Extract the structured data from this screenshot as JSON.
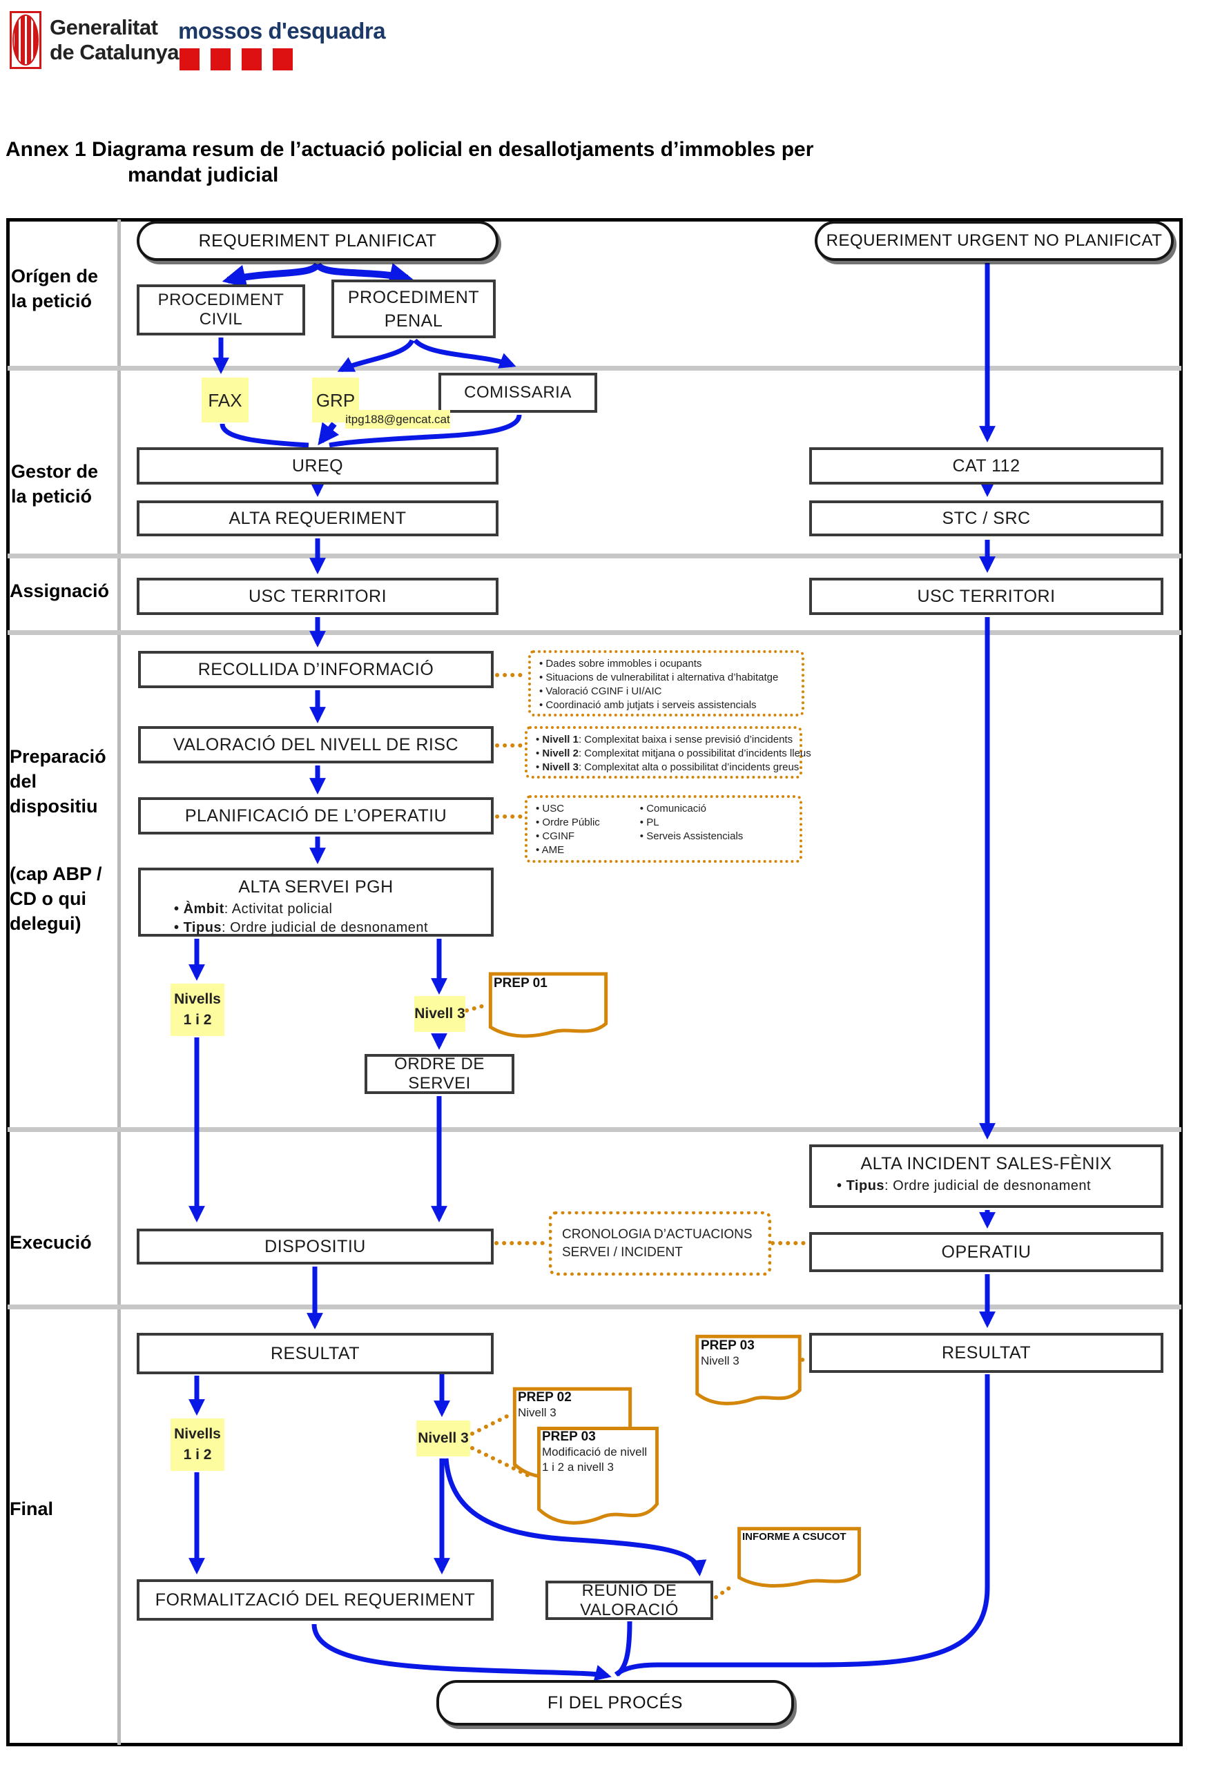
{
  "header": {
    "generalitat": "Generalitat\nde Catalunya",
    "mossos": "mossos d'esquadra",
    "colors": {
      "brand_red": "#dd1111",
      "mossos_blue": "#1c3866"
    }
  },
  "title": {
    "line1": "Annex 1 Diagrama resum de l’actuació policial en desallotjaments d’immobles per",
    "line2": "mandat judicial"
  },
  "sections": {
    "origen": "Orígen de\nla petició",
    "gestor": "Gestor de\nla petició",
    "assignacio": "Assignació",
    "preparacio": "Preparació\ndel\ndispositiu",
    "preparacio_sub": "(cap ABP /\nCD o qui\ndelegui)",
    "execucio": "Execució",
    "final": "Final"
  },
  "flow": {
    "req_planificat": "REQUERIMENT PLANIFICAT",
    "req_urgent": "REQUERIMENT URGENT NO PLANIFICAT",
    "procediment_civil": "PROCEDIMENT CIVIL",
    "procediment_penal": "PROCEDIMENT\nPENAL",
    "fax": "FAX",
    "grp": "GRP",
    "comissaria": "COMISSARIA",
    "email": "itpg188@gencat.cat",
    "ureq": "UREQ",
    "alta_requeriment": "ALTA REQUERIMENT",
    "usc_territori_left": "USC TERRITORI",
    "cat112": "CAT 112",
    "stc_src": "STC / SRC",
    "usc_territori_right": "USC TERRITORI",
    "recollida": "RECOLLIDA D’INFORMACIÓ",
    "valoracio": "VALORACIÓ DEL NIVELL DE RISC",
    "planificacio": "PLANIFICACIÓ DE L’OPERATIU",
    "alta_servei": {
      "title": "ALTA SERVEI PGH",
      "bullets": [
        {
          "k": "Àmbit",
          "v": ": Activitat policial"
        },
        {
          "k": "Tipus",
          "v": ": Ordre judicial de desnonament"
        }
      ]
    },
    "nivells12_top": "Nivells\n1 i 2",
    "nivell3_top": "Nivell 3",
    "ordre_servei": "ORDRE DE SERVEI",
    "dispositiu": "DISPOSITIU",
    "alta_incident": {
      "title": "ALTA INCIDENT SALES-FÈNIX",
      "bullets": [
        {
          "k": "Tipus",
          "v": ": Ordre judicial de desnonament"
        }
      ]
    },
    "operatiu": "OPERATIU",
    "resultat_left": "RESULTAT",
    "resultat_right": "RESULTAT",
    "nivells12_bottom": "Nivells\n1 i 2",
    "nivell3_bottom": "Nivell 3",
    "formalitzacio": "FORMALITZACIÓ DEL REQUERIMENT",
    "reunio": "REUNIÓ DE VALORACIÓ",
    "fi": "FI DEL PROCÉS"
  },
  "annotations": {
    "recollida_info": [
      "Dades sobre immobles i ocupants",
      "Situacions de vulnerabilitat i alternativa d’habitatge",
      "Valoració CGINF i UI/AIC",
      "Coordinació amb jutjats i serveis assistencials"
    ],
    "nivells_risc": [
      {
        "k": "Nivell 1",
        "v": ": Complexitat baixa i sense previsió d’incidents"
      },
      {
        "k": "Nivell 2",
        "v": ": Complexitat mitjana o possibilitat d’incidents lleus"
      },
      {
        "k": "Nivell 3",
        "v": ": Complexitat alta o possibilitat d’incidents greus"
      }
    ],
    "operatiu_actors": {
      "col1": [
        "USC",
        "Ordre Públic",
        "CGINF",
        "AME"
      ],
      "col2": [
        "Comunicació",
        "PL",
        "Serveis Assistencials"
      ]
    },
    "cronologia": "CRONOLOGIA D’ACTUACIONS\nSERVEI / INCIDENT"
  },
  "documents": {
    "prep01": {
      "title": "PREP 01"
    },
    "prep02": {
      "title": "PREP 02",
      "line1": "Nivell 3"
    },
    "prep03_right": {
      "title": "PREP 03",
      "line1": "Nivell 3"
    },
    "prep03_mod": {
      "title": "PREP 03",
      "line1": "Modificació de nivell",
      "line2": "1 i 2 a nivell 3"
    },
    "informe": {
      "title": "INFORME A CSUCOT"
    }
  },
  "colors": {
    "arrow_blue": "#0a18e6",
    "doc_orange": "#d4860a",
    "highlight_yellow": "#fdfc9f",
    "lane_gray": "#c7c7c7"
  }
}
